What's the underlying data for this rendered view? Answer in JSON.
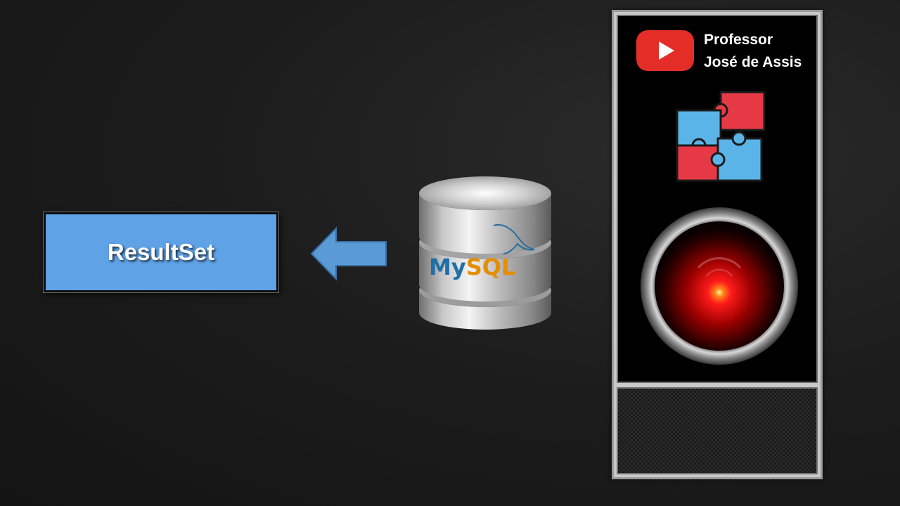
{
  "diagram": {
    "result_box": {
      "label": "ResultSet"
    },
    "database": {
      "logo_text": "MySQL",
      "logo_text_part1": "My",
      "logo_text_part2": "SQL"
    },
    "arrow": {
      "direction": "left"
    }
  },
  "brand": {
    "line1": "Professor",
    "line2": "José de Assis"
  },
  "colors": {
    "result_box": "#5fa2e6",
    "arrow": "#5b9bd5",
    "youtube_red": "#e52d27",
    "puzzle_blue": "#5ab4e8",
    "puzzle_red": "#e63946",
    "hal_eye_red": "#ff1a1a",
    "mysql_blue": "#1f6fa8",
    "mysql_orange": "#e48e00"
  },
  "icons": {
    "arrow": "left-arrow-icon",
    "database": "database-cylinder-icon",
    "youtube": "youtube-play-icon",
    "puzzle": "puzzle-pieces-icon",
    "hal": "hal-9000-eye-icon"
  }
}
